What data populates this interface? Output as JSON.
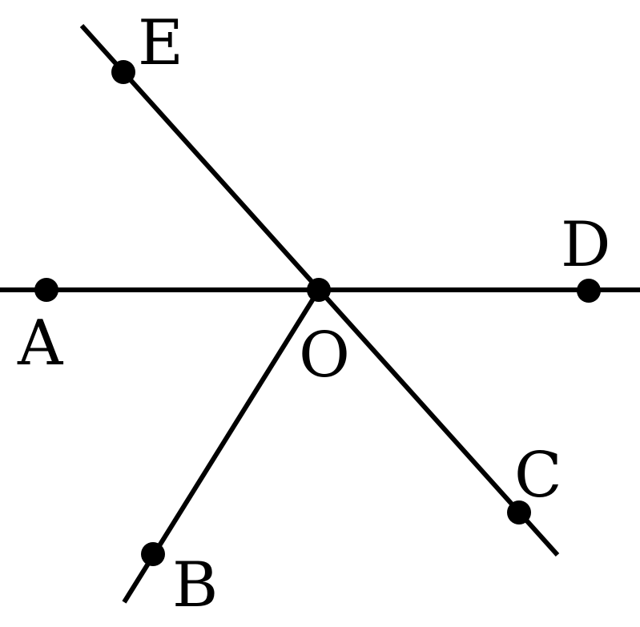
{
  "figure": {
    "points": {
      "A": "A",
      "B": "B",
      "C": "C",
      "D": "D",
      "E": "E",
      "O": "O"
    }
  }
}
